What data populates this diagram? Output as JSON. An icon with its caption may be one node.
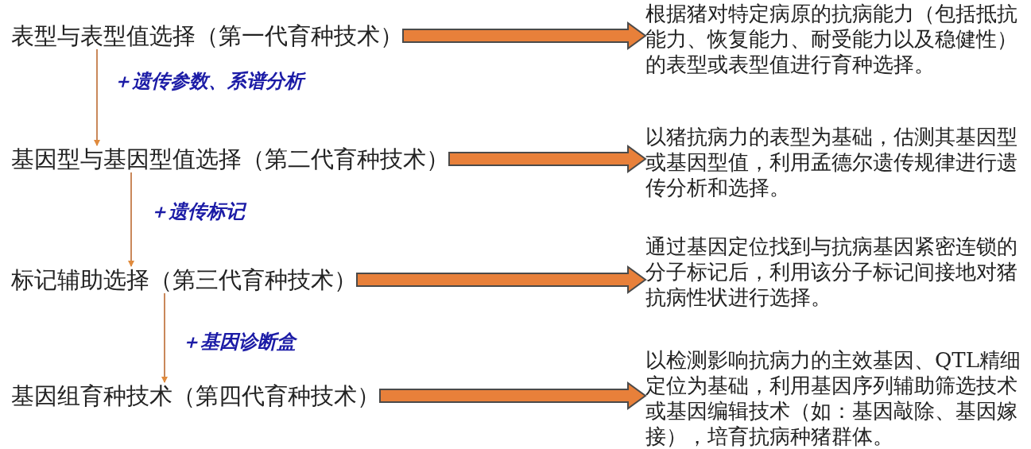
{
  "diagram": {
    "nodes": [
      {
        "text": [
          "表型与表型值选择（第一代育种技术）"
        ]
      },
      {
        "text": [
          "基因型与基因型值选择（第二代育种技术）"
        ]
      },
      {
        "text": [
          "标记辅助选择（第三代育种技术）"
        ]
      },
      {
        "text": [
          "基因组育种技术（第四代育种技术）"
        ]
      },
      {
        "text": [
          "根据猪对特定病原的抗病能力（包括抵抗能力、恢复能力、耐受能力以及稳健性）的表型或表型值进行育种选择。"
        ]
      },
      {
        "text": [
          "以猪抗病力的表型为基础，估测其基因型或基因型值，利用孟德尔遗传规律进行遗传分析和选择。"
        ]
      },
      {
        "text": [
          "通过基因定位找到与抗病基因紧密连锁的分子标记后，利用该分子标记间接地对猪抗病性状进行选择。"
        ]
      },
      {
        "text": [
          "以检测影响抗病力的主效基因、QTL精细定位为基础，利用基因序列辅助筛选技术或基因编辑技术（如：基因敲除、基因嫁接），培育抗病种猪群体。"
        ]
      }
    ],
    "edges": [
      {
        "from": 0,
        "to": 1,
        "arrow": "to",
        "label": "＋遗传参数、系谱分析"
      },
      {
        "from": 1,
        "to": 2,
        "arrow": "to",
        "label": "＋遗传标记"
      },
      {
        "from": 2,
        "to": 3,
        "arrow": "to",
        "label": "＋基因诊断盒"
      },
      {
        "from": 0,
        "to": 4,
        "arrow": "to",
        "style": "thick"
      },
      {
        "from": 1,
        "to": 5,
        "arrow": "to",
        "style": "thick"
      },
      {
        "from": 2,
        "to": 6,
        "arrow": "to",
        "style": "thick"
      },
      {
        "from": 3,
        "to": 7,
        "arrow": "to",
        "style": "thick"
      }
    ]
  }
}
